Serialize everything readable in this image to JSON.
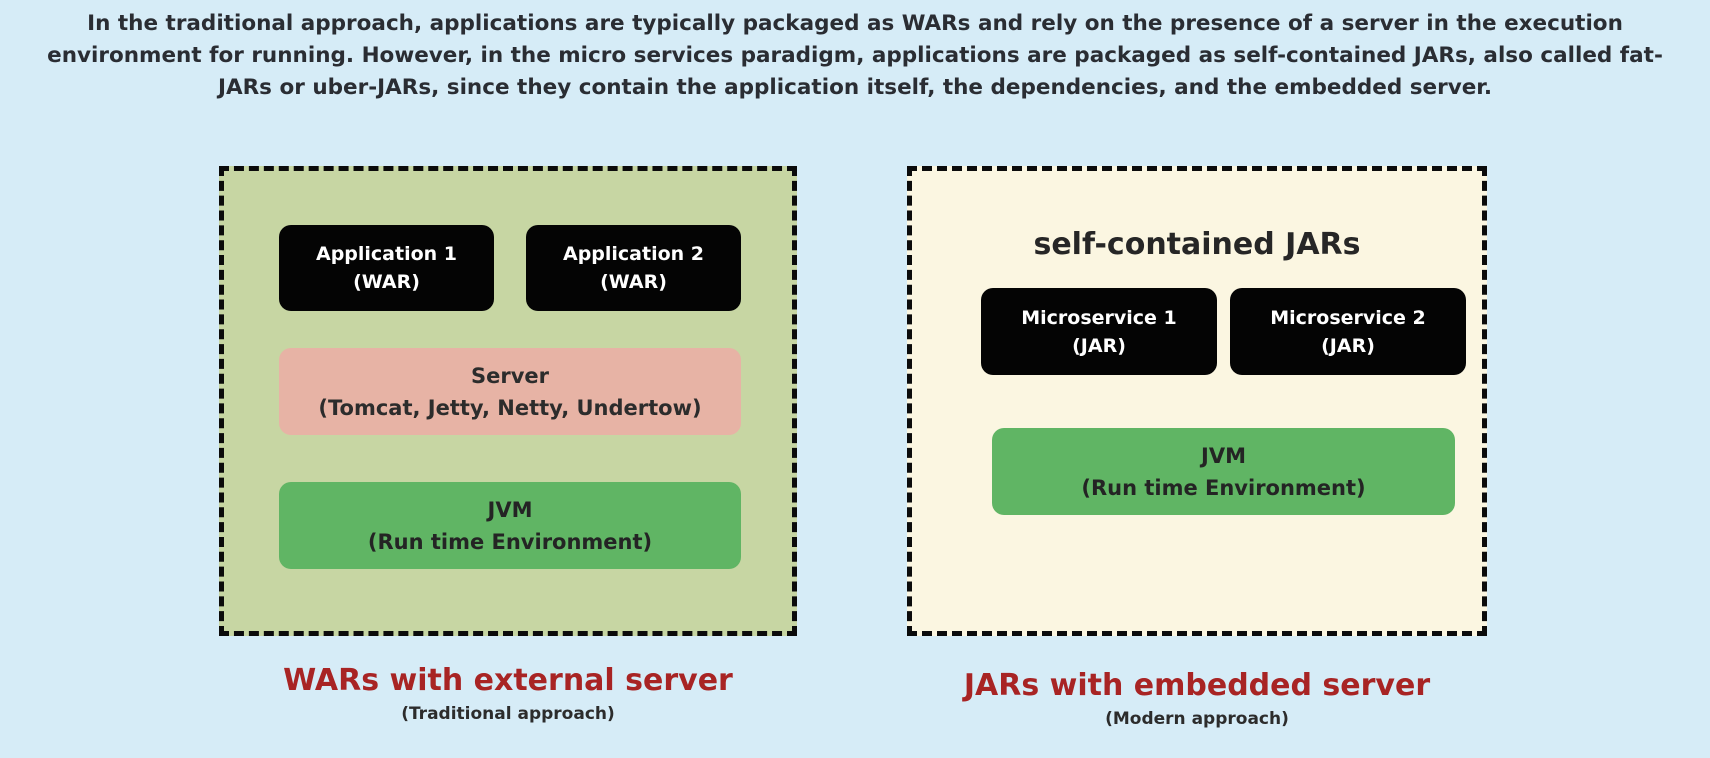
{
  "intro": {
    "line1": "In the traditional approach, applications are typically packaged as WARs and rely on the presence of a server in the execution",
    "line2": "environment for running. However, in the micro services paradigm, applications are packaged as self-contained JARs, also called fat-",
    "line3": "JARs or uber-JARs, since they contain the application itself, the dependencies, and the embedded server."
  },
  "traditional": {
    "app1": {
      "name": "Application 1",
      "type": "(WAR)"
    },
    "app2": {
      "name": "Application 2",
      "type": "(WAR)"
    },
    "server": {
      "name": "Server",
      "detail": "(Tomcat, Jetty, Netty, Undertow)"
    },
    "jvm": {
      "name": "JVM",
      "detail": "(Run time Environment)"
    },
    "caption": {
      "title": "WARs with external server",
      "subtitle": "(Traditional approach)"
    }
  },
  "modern": {
    "heading": "self-contained JARs",
    "ms1": {
      "name": "Microservice 1",
      "type": "(JAR)"
    },
    "ms2": {
      "name": "Microservice 2",
      "type": "(JAR)"
    },
    "jvm": {
      "name": "JVM",
      "detail": "(Run time Environment)"
    },
    "caption": {
      "title": "JARs with embedded server",
      "subtitle": "(Modern approach)"
    }
  },
  "colors": {
    "background": "#d6ecf7",
    "traditional_panel": "#c7d6a3",
    "modern_panel": "#fbf6e1",
    "app_box": "#040404",
    "server_box": "#e7b3a5",
    "jvm_box": "#60b564",
    "caption_title": "#a82424"
  }
}
